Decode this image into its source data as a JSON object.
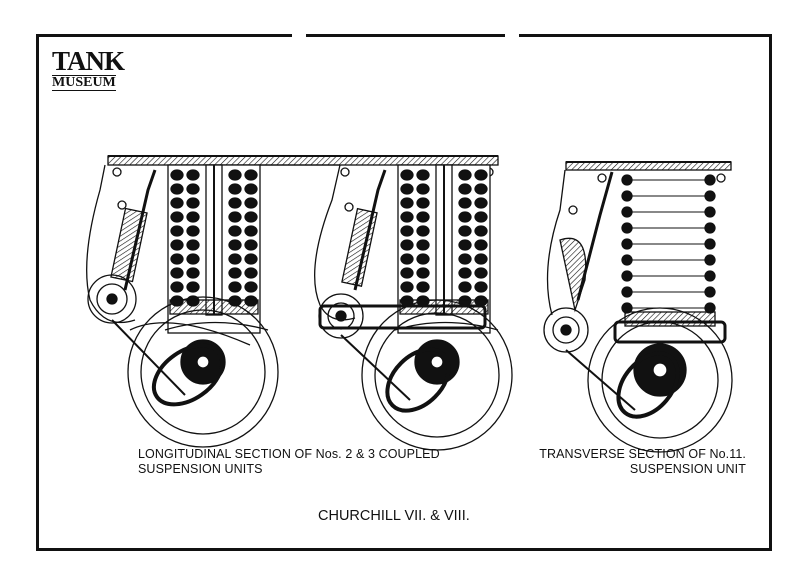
{
  "logo": {
    "line1": "TANK",
    "line2": "MUSEUM"
  },
  "captions": {
    "longitudinal_line1": "LONGITUDINAL SECTION OF Nos. 2 & 3 COUPLED",
    "longitudinal_line2": "SUSPENSION UNITS",
    "transverse_line1": "TRANSVERSE SECTION OF No.11.",
    "transverse_line2": "SUSPENSION UNIT"
  },
  "title": "CHURCHILL VII. & VIII.",
  "colors": {
    "ink": "#111111",
    "paper": "#ffffff"
  }
}
